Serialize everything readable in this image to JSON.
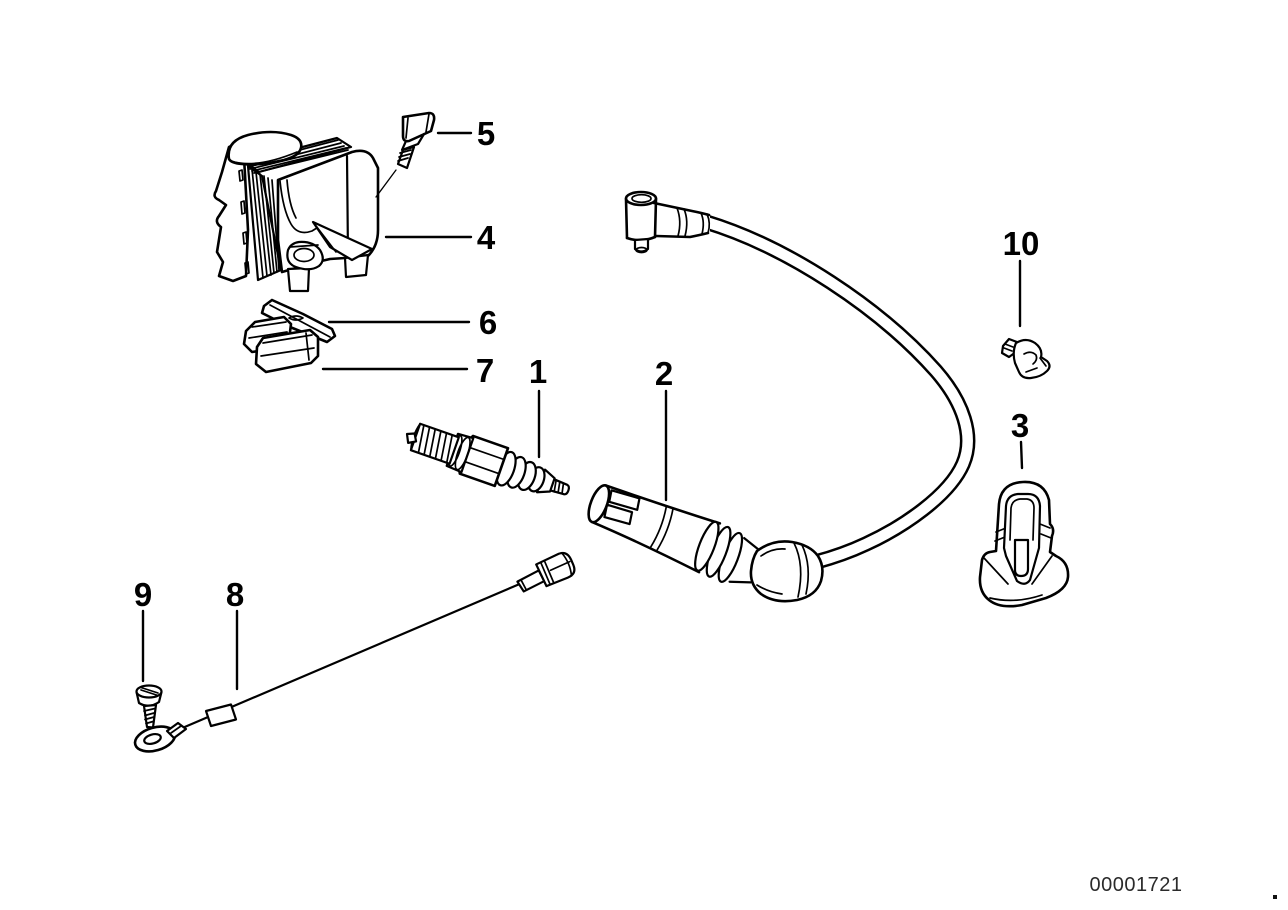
{
  "diagram": {
    "type": "exploded-parts-diagram",
    "subject": "ignition system components (coil, spark plug, plug cable, clips, ground lead)",
    "doc_number": "00001721",
    "callouts": {
      "c1": "1",
      "c2": "2",
      "c3": "3",
      "c4": "4",
      "c5": "5",
      "c6": "6",
      "c7": "7",
      "c8": "8",
      "c9": "9",
      "c10": "10"
    },
    "colors": {
      "line": "#000000",
      "background": "#ffffff",
      "doc_number_text": "#2b2b2b"
    }
  }
}
